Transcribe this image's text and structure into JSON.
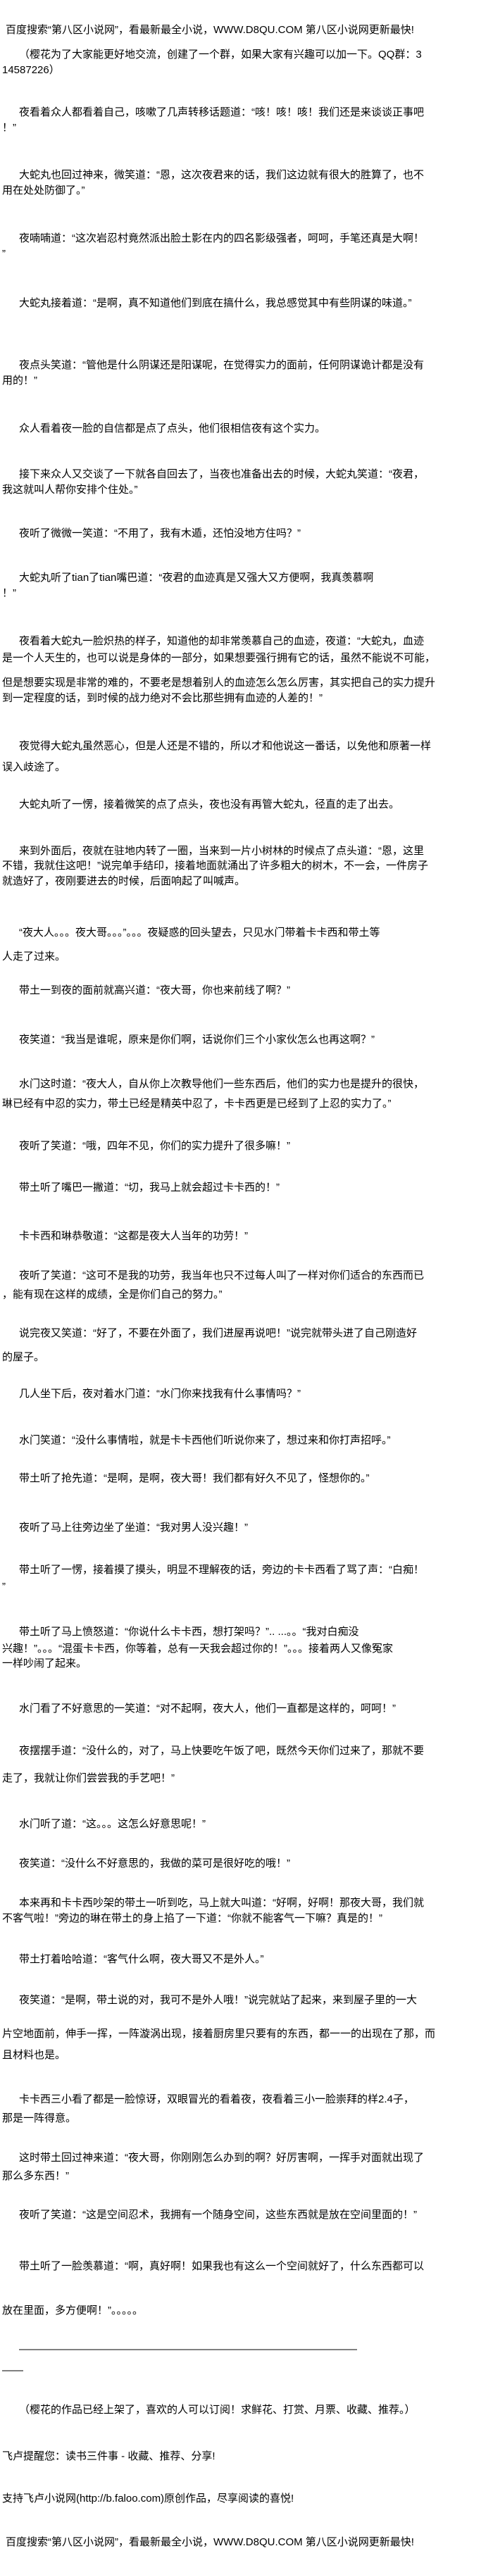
{
  "header_notice": "百度搜索“第八区小说网”，看最新最全小说，WWW.D8QU.COM  第八区小说网更新最快!",
  "story": {
    "paragraphs": [
      {
        "lines": [
          "（樱花为了大家能更好地交流，创建了一个群，如果大家有兴趣可以加一下。QQ群：3",
          "14587226）"
        ]
      },
      {
        "lines": [
          "夜看着众人都看着自己，咳嗽了几声转移话题道：“咳！咳！咳！我们还是来谈谈正事吧",
          "！”"
        ]
      },
      {
        "lines": [
          "大蛇丸也回过神来，微笑道：“恩，这次夜君来的话，我们这边就有很大的胜算了，也不",
          "用在处处防御了。”"
        ]
      },
      {
        "lines": [
          "夜喃喃道：“这次岩忍村竟然派出脸土影在内的四名影级强者，呵呵，手笔还真是大啊！",
          "”"
        ]
      },
      {
        "lines": [
          "大蛇丸接着道：“是啊，真不知道他们到底在搞什么，我总感觉其中有些阴谋的味道。”"
        ]
      },
      {
        "lines": [
          "夜点头笑道：“管他是什么阴谋还是阳谋呢，在觉得实力的面前，任何阴谋诡计都是没有",
          "用的！”"
        ]
      },
      {
        "lines": [
          "众人看着夜一脸的自信都是点了点头，他们很相信夜有这个实力。"
        ]
      },
      {
        "lines": [
          "接下来众人又交谈了一下就各自回去了，当夜也准备出去的时候，大蛇丸笑道：“夜君，",
          "我这就叫人帮你安排个住处。”"
        ]
      },
      {
        "lines": [
          "夜听了微微一笑道：“不用了，我有木遁，还怕没地方住吗？”"
        ]
      },
      {
        "lines": [
          "大蛇丸听了tian了tian嘴巴道：“夜君的血迹真是又强大又方便啊，我真羡慕啊",
          "！”"
        ]
      },
      {
        "lines": [
          "夜看着大蛇丸一脸炽热的样子，知道他的却非常羡慕自己的血迹，夜道：“大蛇丸，血迹",
          "是一个人天生的，也可以说是身体的一部分，如果想要强行拥有它的话，虽然不能说不可能，",
          "但是想要实现是非常的难的，不要老是想着别人的血迹怎么怎么厉害，其实把自己的实力提升",
          "到一定程度的话，到时候的战力绝对不会比那些拥有血迹的人差的！”"
        ]
      },
      {
        "lines": [
          "夜觉得大蛇丸虽然恶心，但是人还是不错的，所以才和他说这一番话，以免他和原著一样",
          "误入歧途了。"
        ]
      },
      {
        "lines": [
          "大蛇丸听了一愣，接着微笑的点了点头，夜也没有再管大蛇丸，径直的走了出去。"
        ]
      },
      {
        "lines": [
          "来到外面后，夜就在驻地内转了一圈，当来到一片小树林的时候点了点头道：“恩，这里",
          "不错，我就住这吧！”说完单手结印，接着地面就涌出了许多粗大的树木，不一会，一件房子",
          "就造好了，夜刚要进去的时候，后面响起了叫喊声。"
        ]
      },
      {
        "lines": [
          "“夜大人。。。夜大哥。。。”。。。夜疑惑的回头望去，只见水门带着卡卡西和带土等",
          "人走了过来。"
        ]
      },
      {
        "lines": [
          "带土一到夜的面前就高兴道：“夜大哥，你也来前线了啊？”"
        ]
      },
      {
        "lines": [
          "夜笑道：“我当是谁呢，原来是你们啊，话说你们三个小家伙怎么也再这啊？”"
        ]
      },
      {
        "lines": [
          "水门这时道：“夜大人，自从你上次教导他们一些东西后，他们的实力也是提升的很快，",
          "琳已经有中忍的实力，带土已经是精英中忍了，卡卡西更是已经到了上忍的实力了。”"
        ]
      },
      {
        "lines": [
          "夜听了笑道：“哦，四年不见，你们的实力提升了很多嘛！”"
        ]
      },
      {
        "lines": [
          "带土听了嘴巴一撇道：“切，我马上就会超过卡卡西的！”"
        ]
      },
      {
        "lines": [
          "卡卡西和琳恭敬道：“这都是夜大人当年的功劳！”"
        ]
      },
      {
        "lines": [
          "夜听了笑道：“这可不是我的功劳，我当年也只不过每人叫了一样对你们适合的东西而已",
          "，能有现在这样的成绩，全是你们自己的努力。”"
        ]
      },
      {
        "lines": [
          "说完夜又笑道：“好了，不要在外面了，我们进屋再说吧！”说完就带头进了自己刚造好",
          "的屋子。"
        ]
      },
      {
        "lines": [
          "几人坐下后，夜对着水门道：“水门你来找我有什么事情吗？”"
        ]
      },
      {
        "lines": [
          "水门笑道：“没什么事情啦，就是卡卡西他们听说你来了，想过来和你打声招呼。”"
        ]
      },
      {
        "lines": [
          "带土听了抢先道：“是啊，是啊，夜大哥！我们都有好久不见了，怪想你的。”"
        ]
      },
      {
        "lines": [
          "夜听了马上往旁边坐了坐道：“我对男人没兴趣！”"
        ]
      },
      {
        "lines": [
          "带土听了一愣，接着摸了摸头，明显不理解夜的话，旁边的卡卡西看了骂了声：“白痴！",
          "”"
        ]
      },
      {
        "lines": [
          "带土听了马上愤怒道：“你说什么卡卡西，想打架吗？”.. ...。。“我对白痴没",
          "兴趣！”。。。“混蛋卡卡西，你等着，总有一天我会超过你的！”。。。接着两人又像冤家",
          "一样吵闹了起来。"
        ]
      },
      {
        "lines": [
          "水门看了不好意思的一笑道：“对不起啊，夜大人，他们一直都是这样的，呵呵！”"
        ]
      },
      {
        "lines": [
          "夜摆摆手道：“没什么的，对了，马上快要吃午饭了吧，既然今天你们过来了，那就不要",
          "走了，我就让你们尝尝我的手艺吧！”"
        ]
      },
      {
        "lines": [
          "水门听了道：“这。。。这怎么好意思呢！”"
        ]
      },
      {
        "lines": [
          "夜笑道：“没什么不好意思的，我做的菜可是很好吃的哦！”"
        ]
      },
      {
        "lines": [
          "本来再和卡卡西吵架的带土一听到吃，马上就大叫道：“好啊，好啊！那夜大哥，我们就",
          "不客气啦！”旁边的琳在带土的身上掐了一下道：“你就不能客气一下嘛？真是的！”"
        ]
      },
      {
        "lines": [
          "带土打着哈哈道：“客气什么啊，夜大哥又不是外人。”"
        ]
      },
      {
        "lines": [
          "夜笑道：“是啊，带土说的对，我可不是外人哦！”说完就站了起来，来到屋子里的一大",
          "片空地面前，伸手一挥，一阵漩涡出现，接着厨房里只要有的东西，都一一的出现在了那，而",
          "且材料也是。"
        ]
      },
      {
        "lines": [
          "卡卡西三小看了都是一脸惊讶，双眼冒光的看着夜，夜看着三小一脸崇拜的样2.4子，",
          "那是一阵得意。"
        ]
      },
      {
        "lines": [
          "这时带土回过神来道：“夜大哥，你刚刚怎么办到的啊？好厉害啊，一挥手对面就出现了",
          "那么多东西！”"
        ]
      },
      {
        "lines": [
          "夜听了笑道：“这是空间忍术，我拥有一个随身空间，这些东西就是放在空间里面的！”"
        ]
      },
      {
        "lines": [
          "带土听了一脸羡慕道：“啊，真好啊！如果我也有这么一个空间就好了，什么东西都可以",
          "放在里面，多方便啊！”。。。。。"
        ]
      },
      {
        "lines": [
          "————————————————————————————————",
          "——"
        ]
      },
      {
        "lines": [
          "（樱花的作品已经上架了，喜欢的人可以订阅！求鲜花、打赏、月票、收藏、推荐。）"
        ]
      }
    ]
  },
  "footer": {
    "reminder": "飞卢提醒您：读书三件事 - 收藏、推荐、分享!",
    "support": "支持飞卢小说网(http://b.faloo.com)原创作品，尽享阅读的喜悦!",
    "notice": "百度搜索“第八区小说网”，看最新最全小说，WWW.D8QU.COM  第八区小说网更新最快!"
  }
}
